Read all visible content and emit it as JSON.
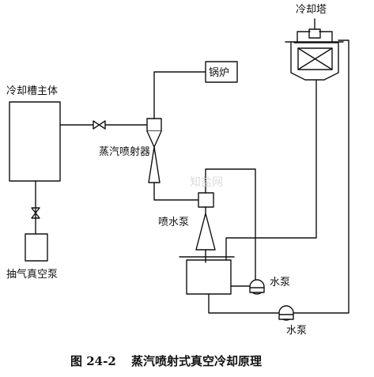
{
  "labels": {
    "cooling_tank": "冷却槽主体",
    "boiler": "锅炉",
    "steam_ejector": "蒸汽喷射器",
    "water_jet_pump": "喷水泵",
    "cooling_tower": "冷却塔",
    "water_pump_upper": "水泵",
    "water_pump_lower": "水泵",
    "vacuum_pump": "抽气真空泵",
    "watermark": "知盐网"
  },
  "caption": {
    "figure_number": "图 24-2",
    "title": "蒸汽喷射式真空冷却原理"
  }
}
